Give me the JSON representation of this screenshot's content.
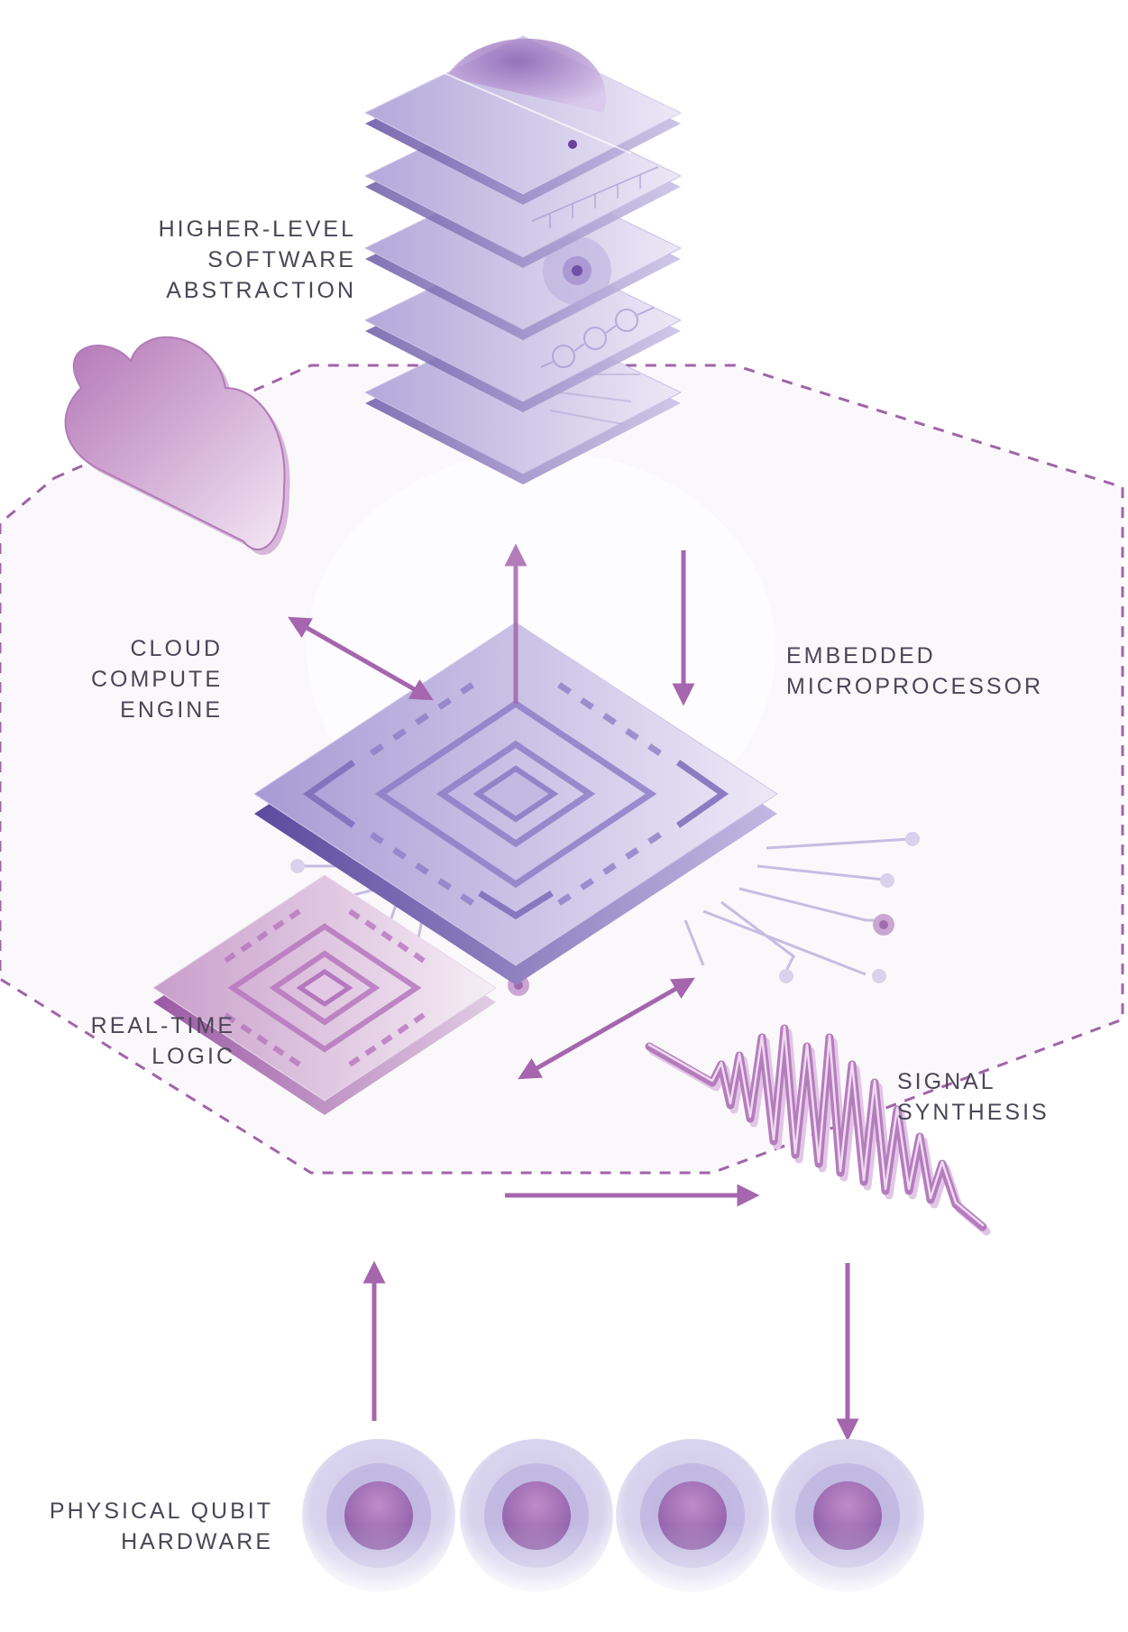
{
  "labels": {
    "software": [
      "HIGHER-LEVEL",
      "SOFTWARE",
      "ABSTRACTION"
    ],
    "cloud": [
      "CLOUD",
      "COMPUTE",
      "ENGINE"
    ],
    "microprocessor": [
      "EMBEDDED",
      "MICROPROCESSOR"
    ],
    "realtime": [
      "REAL-TIME",
      "LOGIC"
    ],
    "signal": [
      "SIGNAL",
      "SYNTHESIS"
    ],
    "qubit": [
      "PHYSICAL QUBIT",
      "HARDWARE"
    ]
  },
  "icons": [
    "software-layer-stack-icon",
    "cloud-icon",
    "microprocessor-chip-icon",
    "real-time-logic-chip-icon",
    "signal-waveform-icon",
    "qubit-icon"
  ],
  "colors": {
    "lavender": "#b8b0dc",
    "violet": "#8a72c0",
    "purple": "#a566ae",
    "dashed_border": "#a064a8",
    "text": "#4a4656"
  }
}
